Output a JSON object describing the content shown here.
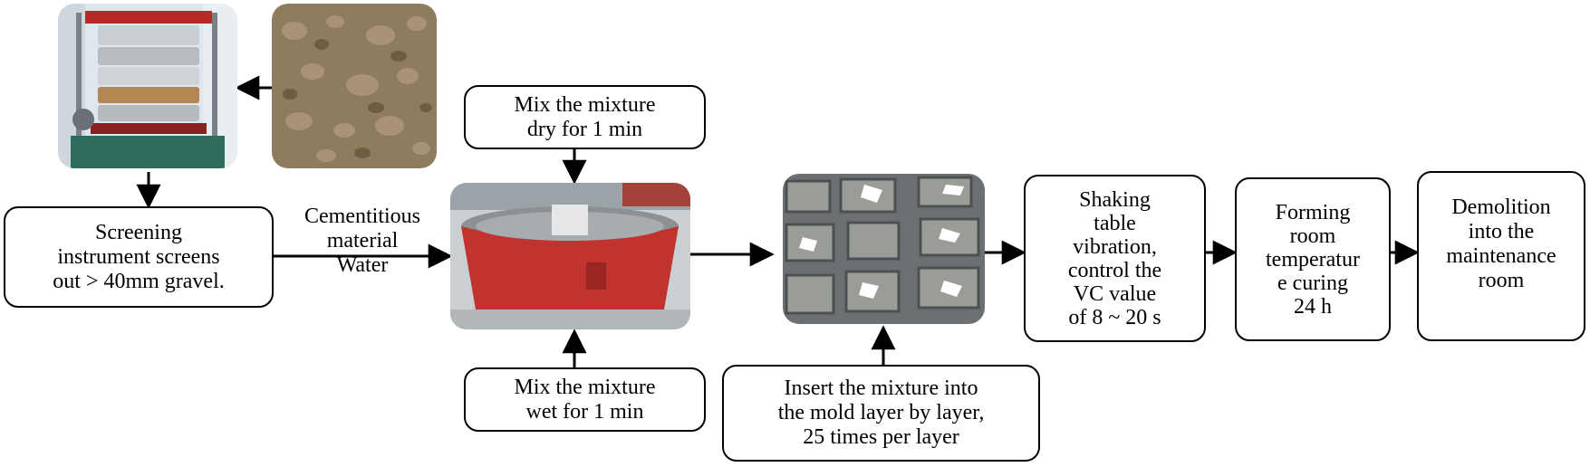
{
  "boxes": {
    "screening": "Screening\ninstrument screens\nout > 40mm gravel.",
    "mix_dry": "Mix the mixture\ndry for 1 min",
    "mix_wet": "Mix the mixture\nwet for 1 min",
    "insert_mold": "Insert the mixture into\nthe mold layer by layer,\n25 times per layer",
    "shaking_table": "Shaking\ntable\nvibration,\ncontrol the\nVC value\nof 8 ~ 20 s",
    "forming_room": "Forming\nroom\ntemperatur\ne curing\n24 h",
    "demolition": "Demolition\ninto the\nmaintenance\nroom"
  },
  "labels": {
    "inputs": "Cementitious\nmaterial\nWater"
  }
}
